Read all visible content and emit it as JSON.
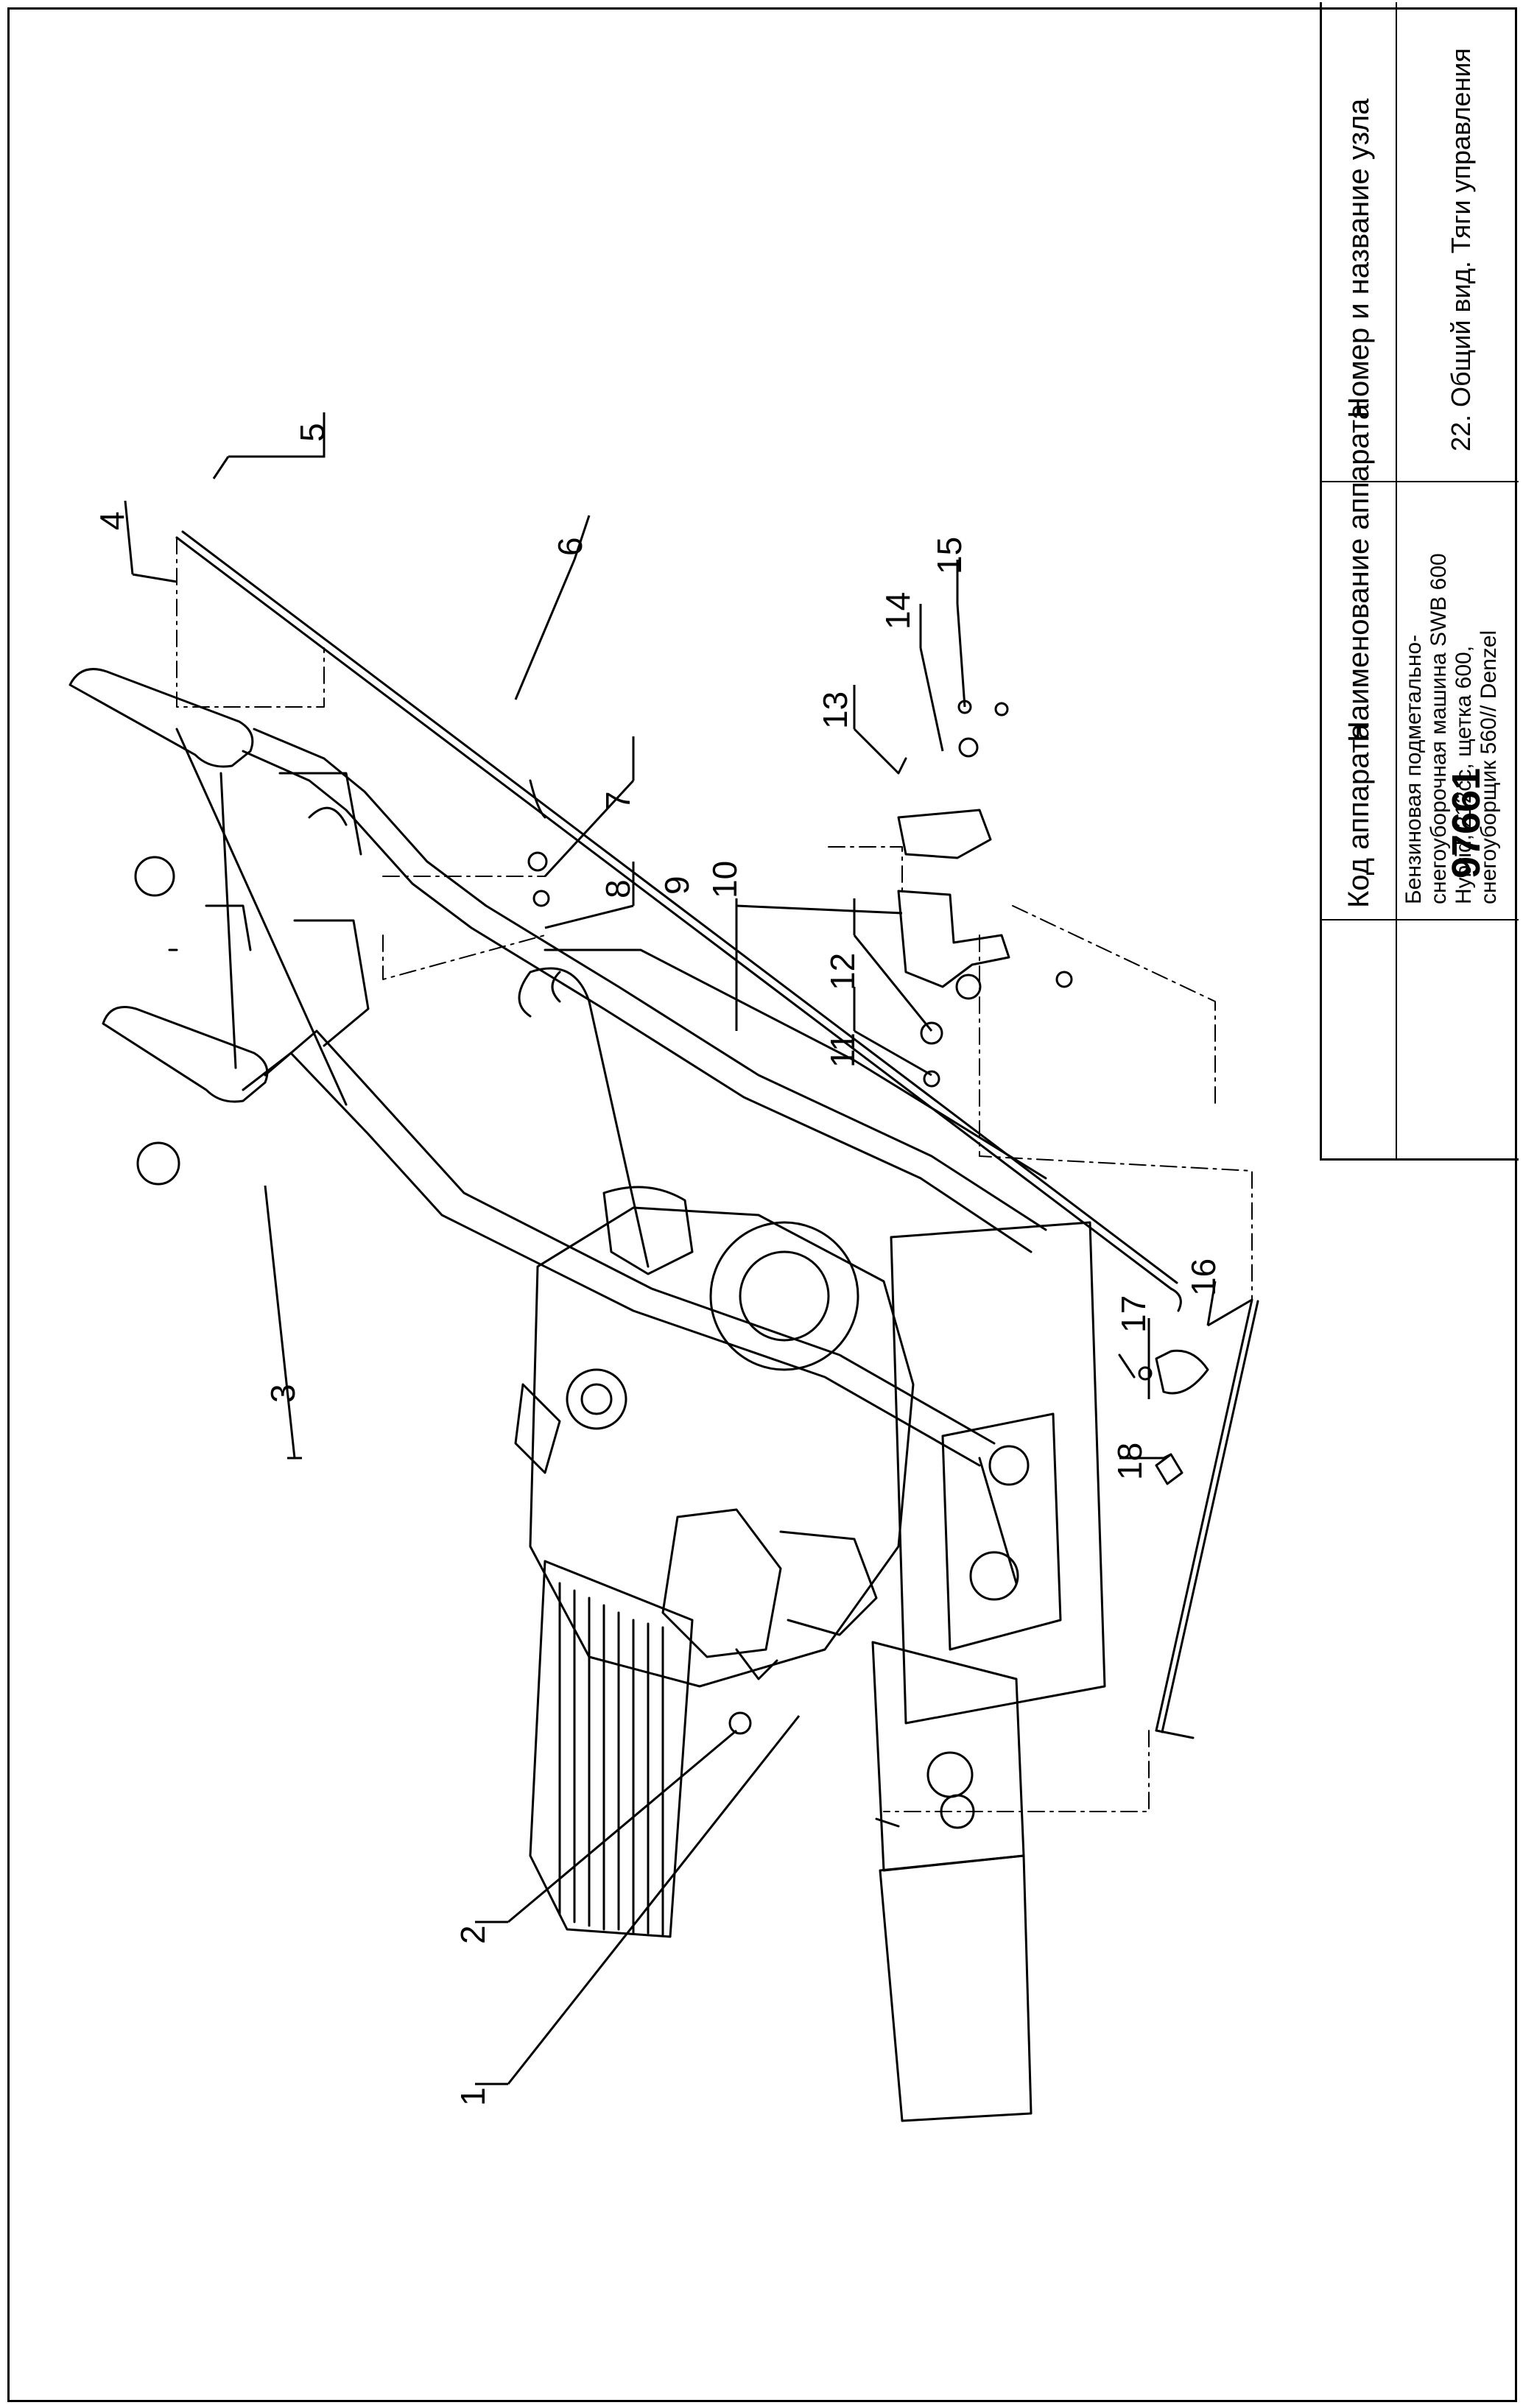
{
  "header": {
    "code_label": "Код аппарата",
    "name_label": "Наименование аппарата",
    "node_label": "Номер и название узла"
  },
  "apparatus": {
    "code": "97661",
    "name_lines": [
      "Бензиновая подметально-",
      "снегоуборочная машина SWB 600",
      "Hybrid, 212cc, щетка 600,",
      "снегоуборщик 560// Denzel"
    ],
    "node": "22. Общий вид. Тяги управления"
  },
  "callouts": [
    "1",
    "2",
    "3",
    "4",
    "5",
    "6",
    "7",
    "8",
    "9",
    "10",
    "11",
    "12",
    "13",
    "14",
    "15",
    "16",
    "17",
    "18"
  ]
}
